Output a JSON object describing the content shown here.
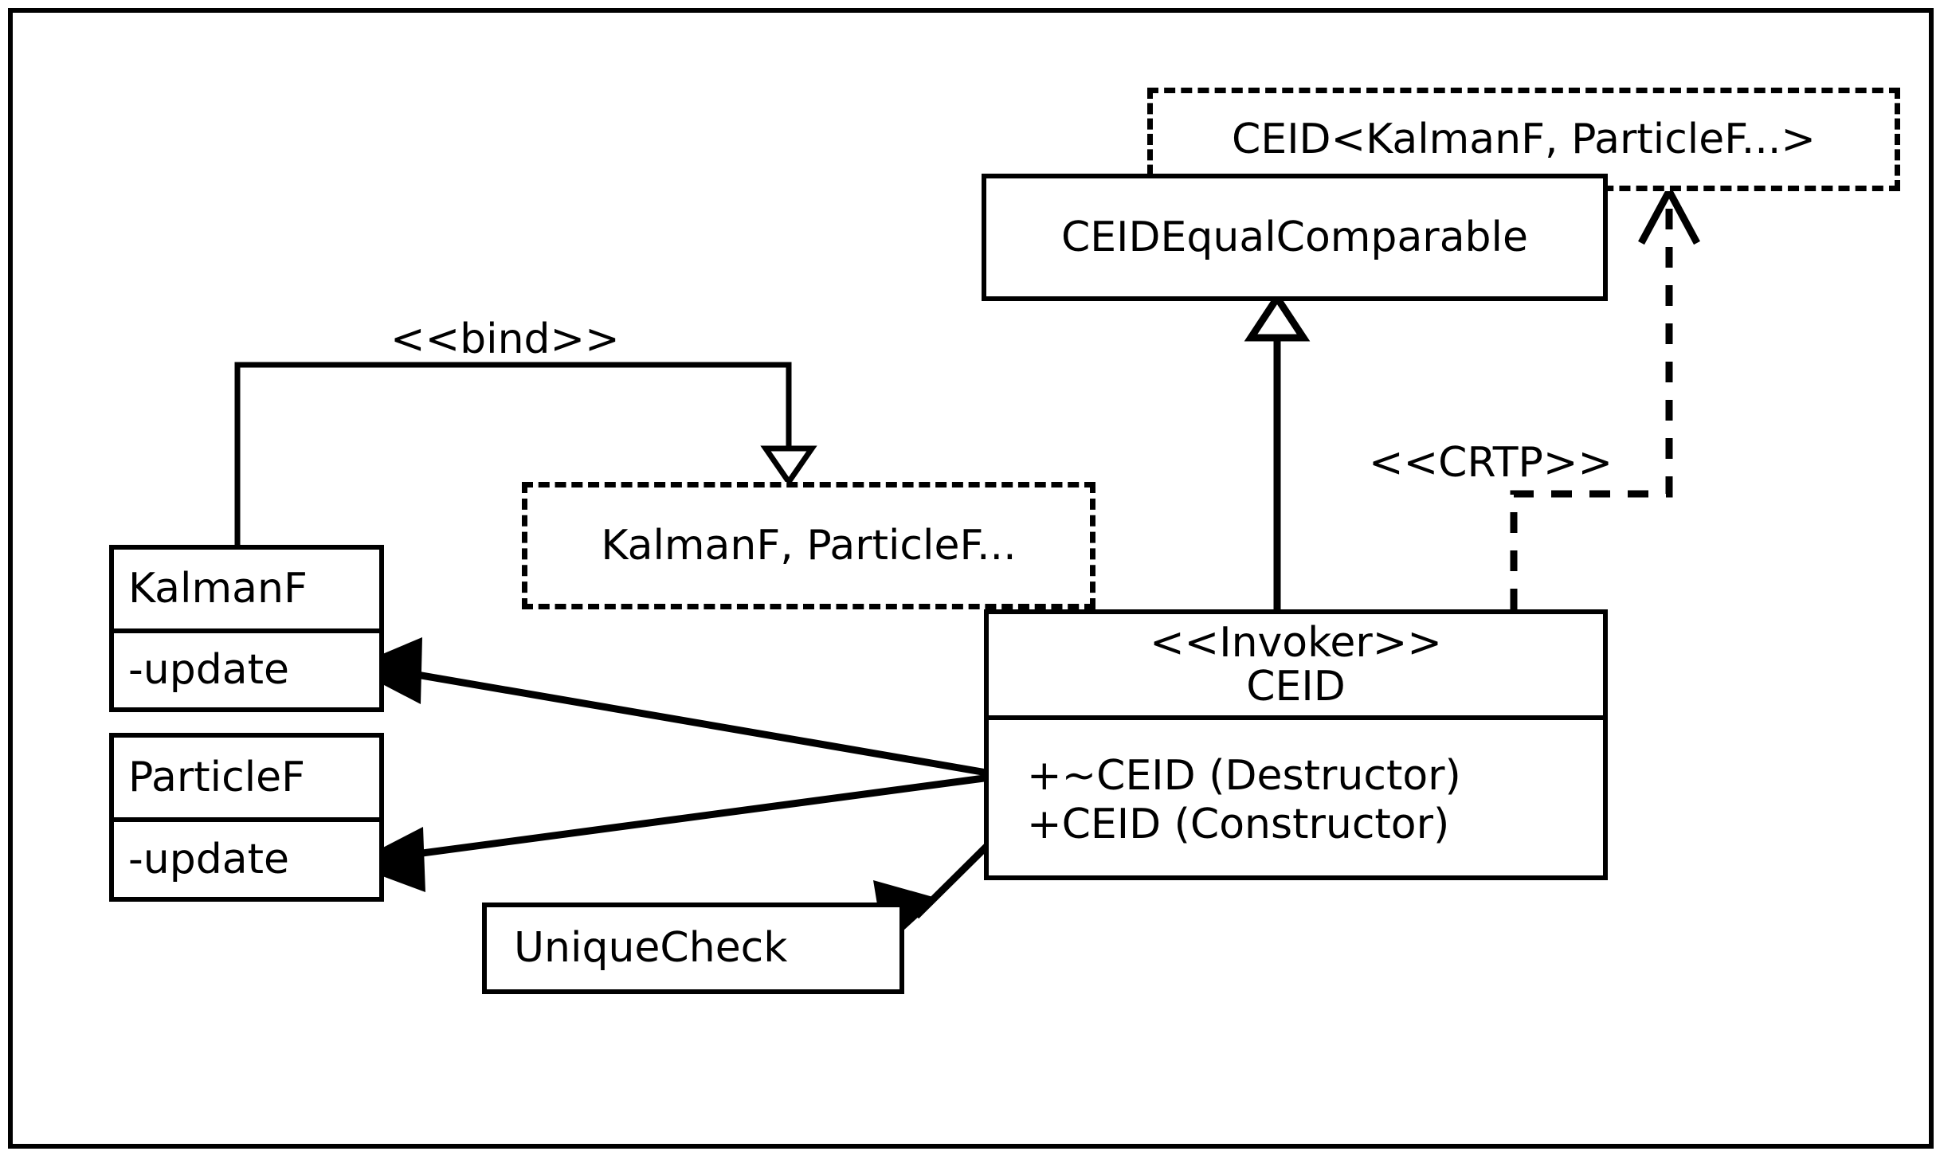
{
  "diagram": {
    "title": "CEID CRTP UML class diagram",
    "type": "uml-class-diagram",
    "background": "#ffffff",
    "line_color": "#000000"
  },
  "nodes": {
    "ceid_template": {
      "name": "CEID<KalmanF, ParticleF...>",
      "style": "dashed",
      "kind": "template-binding"
    },
    "ceid_equal_comparable": {
      "name": "CEIDEqualComparable",
      "style": "solid",
      "kind": "class"
    },
    "bind_params": {
      "name": "KalmanF, ParticleF...",
      "style": "dashed",
      "kind": "template-parameters"
    },
    "invoker": {
      "stereotype": "<<Invoker>>",
      "name": "CEID",
      "style": "solid",
      "kind": "class",
      "operations": [
        "+~CEID (Destructor)",
        "+CEID (Constructor)"
      ]
    },
    "kalmanf": {
      "name": "KalmanF",
      "style": "solid",
      "kind": "class",
      "members": [
        "-update"
      ]
    },
    "particlef": {
      "name": "ParticleF",
      "style": "solid",
      "kind": "class",
      "members": [
        "-update"
      ]
    },
    "uniquecheck": {
      "name": "UniqueCheck",
      "style": "solid",
      "kind": "class"
    }
  },
  "edge_labels": {
    "bind": "<<bind>>",
    "crtp": "<<CRTP>>"
  },
  "edges": [
    {
      "id": "bind-edge",
      "from": "kalmanf",
      "to": "bind_params",
      "label": "<<bind>>",
      "line": "solid",
      "arrowhead": "hollow-triangle"
    },
    {
      "id": "generalization-edge",
      "from": "invoker",
      "to": "ceid_equal_comparable",
      "label": "",
      "line": "solid",
      "arrowhead": "hollow-triangle"
    },
    {
      "id": "crtp-edge",
      "from": "invoker",
      "to": "ceid_template",
      "label": "<<CRTP>>",
      "line": "dashed",
      "arrowhead": "open-arrow"
    },
    {
      "id": "invoker-to-kalmanf-update",
      "from": "invoker",
      "to": "kalmanf",
      "label": "",
      "line": "solid",
      "arrowhead": "filled-triangle"
    },
    {
      "id": "invoker-to-particlef-update",
      "from": "invoker",
      "to": "particlef",
      "label": "",
      "line": "solid",
      "arrowhead": "filled-triangle"
    },
    {
      "id": "invoker-to-uniquecheck",
      "from": "invoker",
      "to": "uniquecheck",
      "label": "",
      "line": "solid",
      "arrowhead": "filled-triangle"
    }
  ]
}
